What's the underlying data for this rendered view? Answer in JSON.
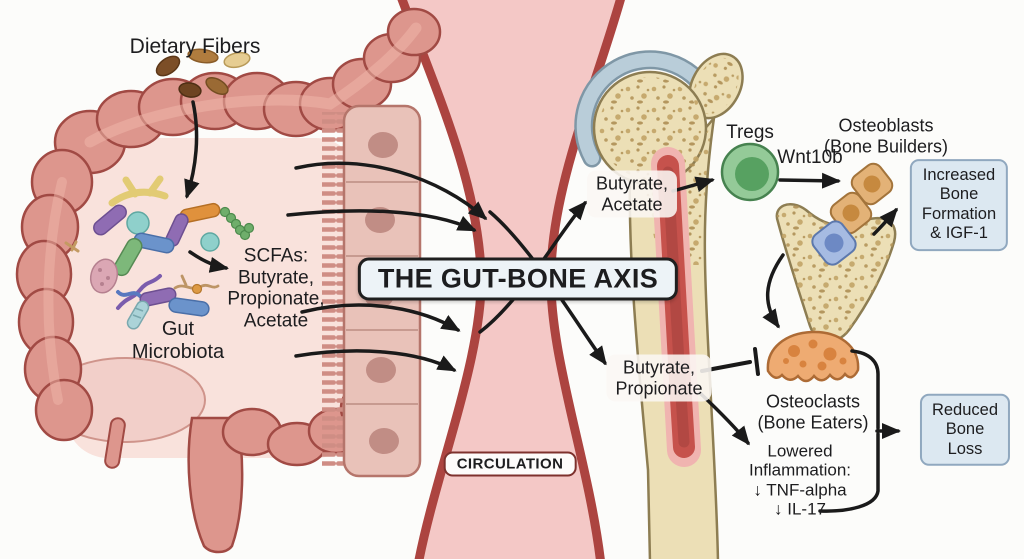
{
  "labels": {
    "title": "THE GUT-BONE AXIS",
    "circulation": "CIRCULATION",
    "gut": {
      "dietary_fibers": "Dietary Fibers",
      "gut_microbiota": "Gut\nMicrobiota",
      "scfas": "SCFAs:\nButyrate,\nPropionate,\nAcetate"
    },
    "mediators": {
      "to_tregs": "Butyrate,\nAcetate",
      "to_osteoclasts": "Butyrate,\nPropionate"
    },
    "bone_pathway": {
      "tregs": "Tregs",
      "wnt10b": "Wnt10b",
      "osteoblasts": "Osteoblasts\n(Bone Builders)",
      "osteoclasts": "Osteoclasts\n(Bone Eaters)",
      "inflammation": "Lowered\nInflammation:\n↓ TNF-alpha\n↓ IL-17"
    },
    "outcomes": {
      "increased_formation": "Increased\nBone Formation\n& IGF-1",
      "reduced_loss": "Reduced\nBone Loss"
    }
  },
  "colors": {
    "arrow": "#1a1a1a",
    "colon_fill": "#dd968d",
    "colon_outline": "#a14a44",
    "lumen": "#f9e2dc",
    "epithelium": "#e9c2b9",
    "circulation_fill": "#f4c8c6",
    "circulation_border": "#ac4440",
    "bone_fill": "#ecdfb6",
    "bone_outline": "#8d7d52",
    "cartilage": "#b9cdd9",
    "marrow_red": "#c6524c",
    "treg_green": "#94ca98",
    "osteoblast_tan": "#e3b277",
    "osteoblast_blue": "#a6bbe2",
    "osteoclast_orange": "#eeab72",
    "info_box_bg": "#dce8f1",
    "info_box_border": "#90a8bf",
    "title_box_bg": "#edf3f7"
  }
}
